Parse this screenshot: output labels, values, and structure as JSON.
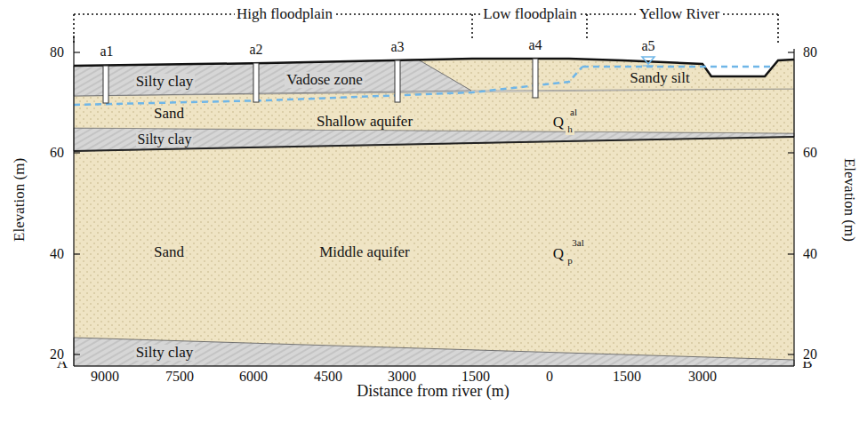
{
  "diagram": {
    "labels": [
      "High floodplain",
      "Low floodplain",
      "Yellow River",
      "a1",
      "a2",
      "a3",
      "a4",
      "a5",
      "Silty clay",
      "Vadose zone",
      "Sandy silt",
      "Sand",
      "Shallow aquifer",
      "Q",
      "h",
      "al",
      "Silty clay",
      "Sand",
      "Middle aquifer",
      "Q",
      "p",
      "3al",
      "Silty clay",
      "A",
      "B",
      "80",
      "60",
      "40",
      "20",
      "80",
      "60",
      "40",
      "20",
      "Elevation (m)",
      "Elevation (m)",
      "9000",
      "7500",
      "6000",
      "4500",
      "3000",
      "1500",
      "0",
      "1500",
      "3000",
      "Distance from river (m)"
    ]
  }
}
